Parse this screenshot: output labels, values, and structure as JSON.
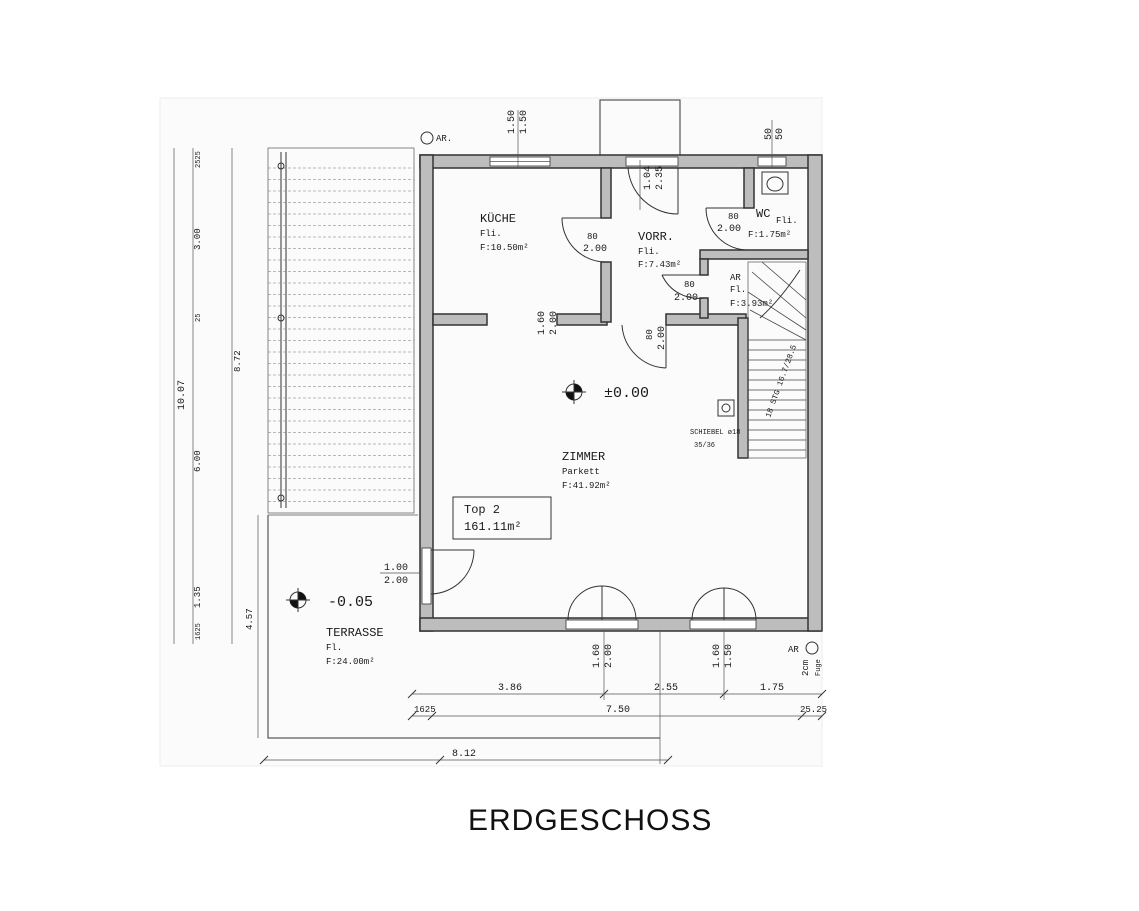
{
  "plan": {
    "title": "ERDGESCHOSS",
    "unit_box": {
      "line1": "Top 2",
      "line2": "161.11m²"
    },
    "levels": {
      "main": "±0.00",
      "terrace": "-0.05"
    },
    "rooms": {
      "kueche": {
        "name": "KÜCHE",
        "floor": "Fli.",
        "area": "F:10.50m²"
      },
      "vorr": {
        "name": "VORR.",
        "floor": "Fli.",
        "area": "F:7.43m²"
      },
      "wc": {
        "name": "WC",
        "floor": "Fli.",
        "area": "F:1.75m²"
      },
      "ar": {
        "name": "AR",
        "floor": "Fl.",
        "area": "F:3.93m²"
      },
      "zimmer": {
        "name": "ZIMMER",
        "floor": "Parkett",
        "area": "F:41.92m²"
      },
      "terrasse": {
        "name": "TERRASSE",
        "floor": "Fl.",
        "area": "F:24.00m²"
      }
    },
    "labels": {
      "ar_top": "AR.",
      "ar_bottom": "AR",
      "schiebel": "SCHIEBEL ø18",
      "schiebel_sub": "35/36",
      "stairs": "18 STG 16.7/28.5"
    },
    "openings": {
      "kueche_window": [
        "1.50",
        "1.50"
      ],
      "kueche_door": [
        "80",
        "2.00"
      ],
      "vorr_entry": [
        "1.04",
        "2.35"
      ],
      "wc_window": [
        "50",
        "50"
      ],
      "wc_door": [
        "80",
        "2.00"
      ],
      "ar_door": [
        "80",
        "2.00"
      ],
      "zimmer_door": [
        "80",
        "2.00"
      ],
      "passage": [
        "1.60",
        "2.00"
      ],
      "terrace_door": [
        "1.00",
        "2.00"
      ],
      "south_window_1": [
        "1.60",
        "2.00"
      ],
      "south_window_2": [
        "1.60",
        "1.50"
      ],
      "corner_note": [
        "2cm",
        "Fuge"
      ]
    },
    "dimensions": {
      "bottom_row1": [
        "3.86",
        "2.55",
        "1.75"
      ],
      "bottom_row2": [
        "1625",
        "7.50",
        "25.25"
      ],
      "total_width": "8.12",
      "left_total": "10.07",
      "left_row": [
        "3.00",
        "6.00",
        "1.35"
      ],
      "left_mid": "8.72",
      "left_small": [
        "2525",
        "25",
        "1625"
      ],
      "terrace_depth": "4.57"
    }
  }
}
